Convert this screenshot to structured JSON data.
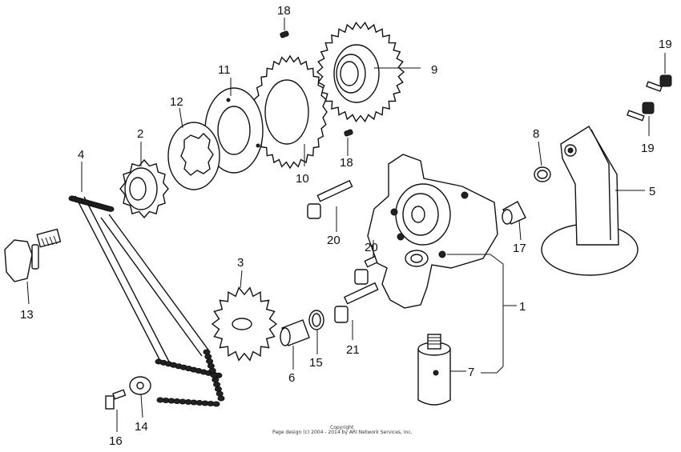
{
  "labels": {
    "p1": "1",
    "p2": "2",
    "p3": "3",
    "p4": "4",
    "p5": "5",
    "p6": "6",
    "p7": "7",
    "p8": "8",
    "p9": "9",
    "p10": "10",
    "p11": "11",
    "p12": "12",
    "p13": "13",
    "p14": "14",
    "p15": "15",
    "p16": "16",
    "p17": "17",
    "p18a": "18",
    "p18b": "18",
    "p19a": "19",
    "p19b": "19",
    "p20a": "20",
    "p20b": "20",
    "p21": "21"
  },
  "copyright": {
    "line1": "Copyright",
    "line2": "Page design (c) 2004 - 2014 by ARI Network Services, Inc."
  }
}
